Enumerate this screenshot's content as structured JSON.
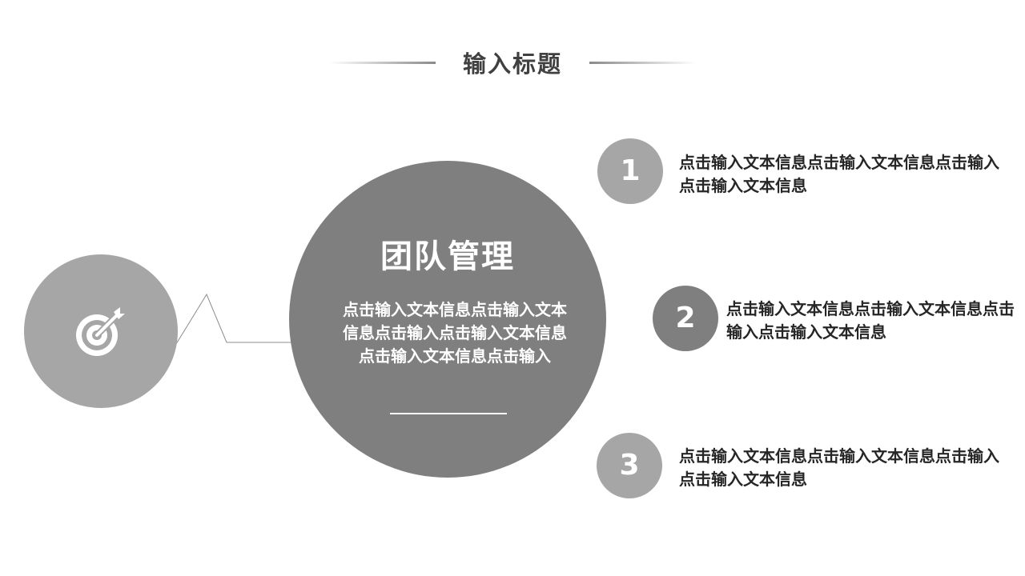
{
  "header": {
    "title": "输入标题"
  },
  "center": {
    "title": "团队管理",
    "body": "点击输入文本信息点击输入文本信息点击输入点击输入文本信息点击输入文本信息点击输入",
    "icon": "target-icon"
  },
  "items": [
    {
      "number": "1",
      "text": "点击输入文本信息点击输入文本信息点击输入点击输入文本信息"
    },
    {
      "number": "2",
      "text": "点击输入文本信息点击输入文本信息点击输入点击输入文本信息"
    },
    {
      "number": "3",
      "text": "点击输入文本信息点击输入文本信息点击输入点击输入文本信息"
    }
  ],
  "colors": {
    "light_gray": "#a6a6a6",
    "dark_gray": "#7f7f7f",
    "title_text": "#404040",
    "body_text": "#262626"
  }
}
